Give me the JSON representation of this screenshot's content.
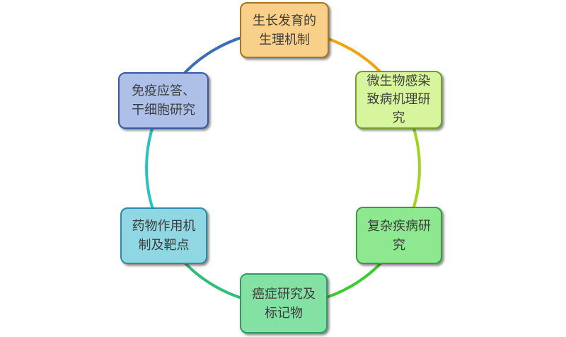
{
  "diagram": {
    "type": "cycle",
    "background": "#FFFFFF",
    "text_color": "#3D3D3D",
    "nodes": [
      {
        "id": "growth-physiology",
        "position": "top",
        "lines": [
          "生长发育的",
          "生理机制"
        ],
        "fill": "#F8D08A",
        "border": "#A9761B"
      },
      {
        "id": "microbial-infection",
        "position": "top-right",
        "lines": [
          "微生物感染",
          "致病机理研",
          "究"
        ],
        "fill": "#D6F59C",
        "border": "#6E9E2E"
      },
      {
        "id": "complex-disease",
        "position": "bottom-right",
        "lines": [
          "复杂疾病研",
          "究"
        ],
        "fill": "#8EE890",
        "border": "#379E39"
      },
      {
        "id": "cancer-biomarkers",
        "position": "bottom",
        "lines": [
          "癌症研究及",
          "标记物"
        ],
        "fill": "#82E1A3",
        "border": "#2F9C63"
      },
      {
        "id": "drug-mechanism-targets",
        "position": "bottom-left",
        "lines": [
          "药物作用机",
          "制及靶点"
        ],
        "fill": "#8FD7E3",
        "border": "#2F8BA3"
      },
      {
        "id": "immune-stemcell",
        "position": "top-left",
        "lines": [
          "免疫应答、",
          "干细胞研究"
        ],
        "fill": "#AEC0E8",
        "border": "#3A5A9E"
      }
    ],
    "arcs": [
      {
        "id": "arc-top-to-topright",
        "color": "#EFA40D"
      },
      {
        "id": "arc-topright-to-bottomright",
        "color": "#A2D31D"
      },
      {
        "id": "arc-bottomright-to-bottom",
        "color": "#3DCC30"
      },
      {
        "id": "arc-bottom-to-bottomleft",
        "color": "#2DBE77"
      },
      {
        "id": "arc-bottomleft-to-topleft",
        "color": "#2AC1C1"
      },
      {
        "id": "arc-topleft-to-top",
        "color": "#3A6FB8"
      }
    ]
  }
}
